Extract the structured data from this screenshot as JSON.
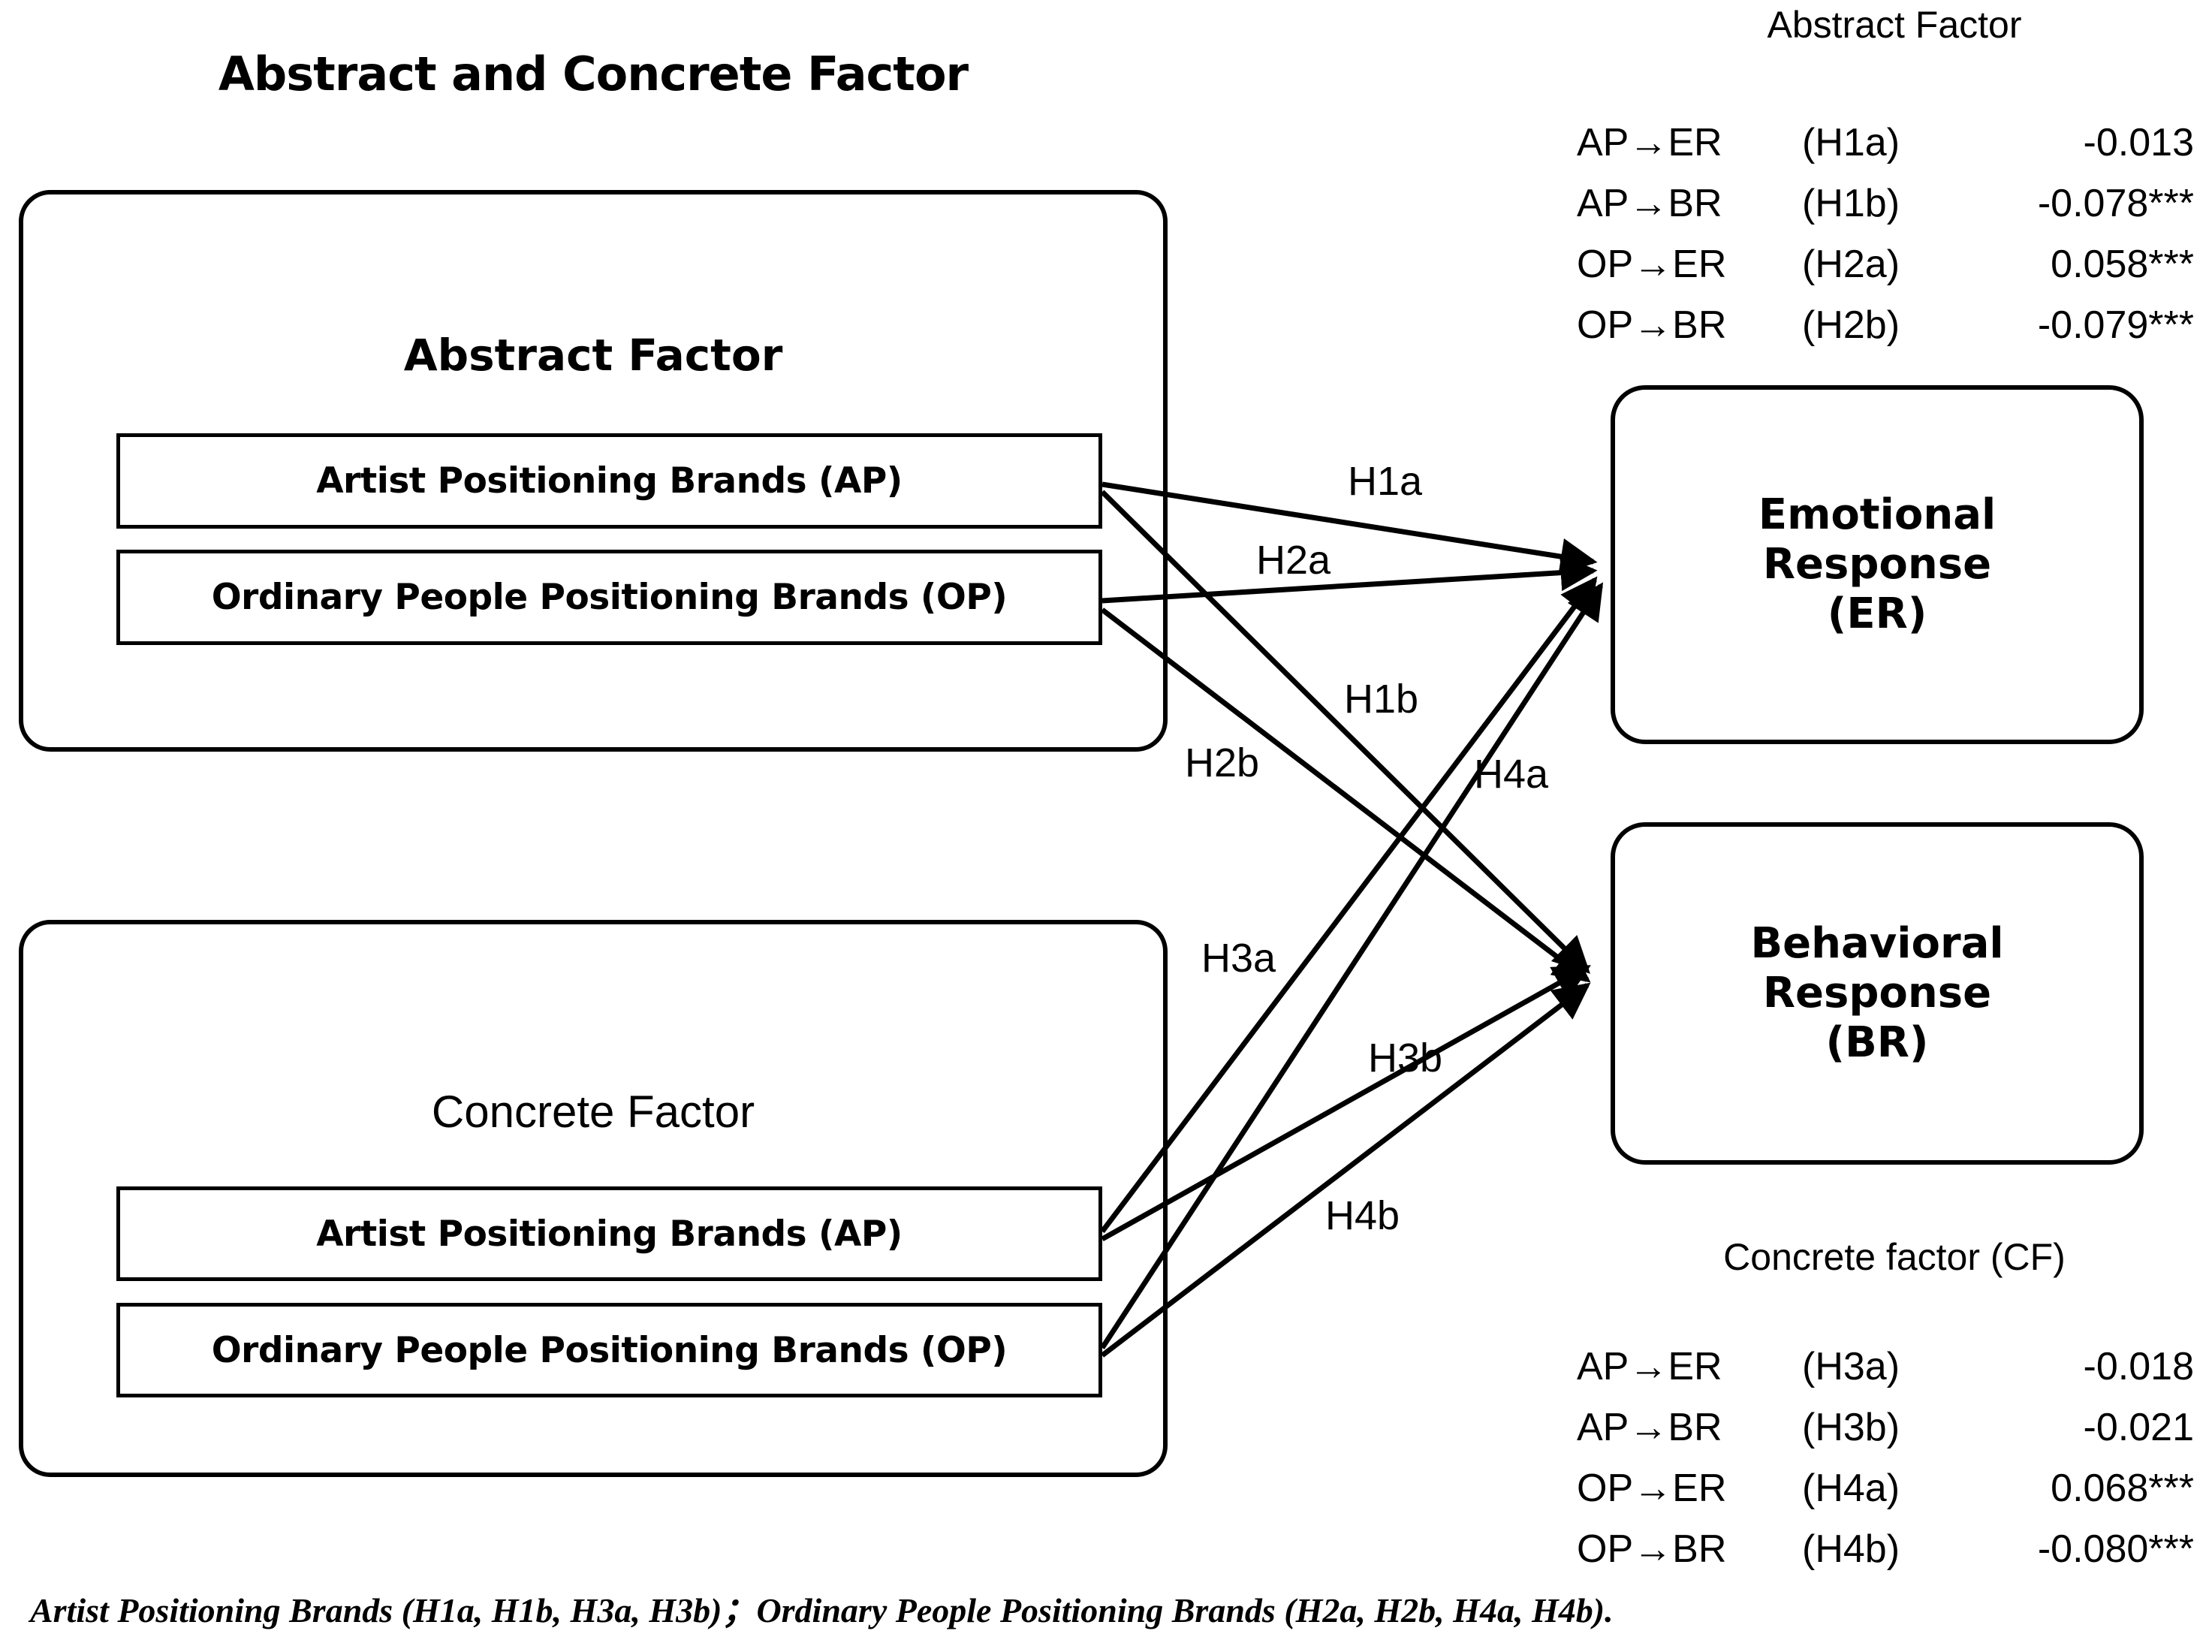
{
  "title": "Abstract and Concrete Factor",
  "groups": {
    "abstract": {
      "heading": "Abstract Factor",
      "indicators": [
        {
          "label": "Artist Positioning Brands (AP)",
          "code": "AP"
        },
        {
          "label": "Ordinary People Positioning Brands (OP)",
          "code": "OP"
        }
      ]
    },
    "concrete": {
      "heading": "Concrete Factor",
      "indicators": [
        {
          "label": "Artist Positioning Brands (AP)",
          "code": "AP"
        },
        {
          "label": "Ordinary People Positioning Brands (OP)",
          "code": "OP"
        }
      ]
    }
  },
  "outcomes": [
    {
      "code": "ER",
      "label": "Emotional\nResponse\n(ER)"
    },
    {
      "code": "BR",
      "label": "Behavioral\nResponse\n(BR)"
    }
  ],
  "edge_labels": [
    {
      "id": "H1a",
      "text": "H1a"
    },
    {
      "id": "H2a",
      "text": "H2a"
    },
    {
      "id": "H1b",
      "text": "H1b"
    },
    {
      "id": "H2b",
      "text": "H2b"
    },
    {
      "id": "H4a",
      "text": "H4a"
    },
    {
      "id": "H3a",
      "text": "H3a"
    },
    {
      "id": "H3b",
      "text": "H3b"
    },
    {
      "id": "H4b",
      "text": "H4b"
    }
  ],
  "abstract_results": {
    "title": "Abstract Factor",
    "columns": [
      "path",
      "hypothesis",
      "estimate"
    ],
    "rows": [
      {
        "path": "AP→ER",
        "hypothesis": "(H1a)",
        "estimate": "-0.013"
      },
      {
        "path": "AP→BR",
        "hypothesis": "(H1b)",
        "estimate": "-0.078***"
      },
      {
        "path": "OP→ER",
        "hypothesis": "(H2a)",
        "estimate": "0.058***"
      },
      {
        "path": "OP→BR",
        "hypothesis": "(H2b)",
        "estimate": "-0.079***"
      }
    ]
  },
  "concrete_results": {
    "title": "Concrete factor (CF)",
    "columns": [
      "path",
      "hypothesis",
      "estimate"
    ],
    "rows": [
      {
        "path": "AP→ER",
        "hypothesis": "(H3a)",
        "estimate": "-0.018"
      },
      {
        "path": "AP→BR",
        "hypothesis": "(H3b)",
        "estimate": "-0.021"
      },
      {
        "path": "OP→ER",
        "hypothesis": "(H4a)",
        "estimate": "0.068***"
      },
      {
        "path": "OP→BR",
        "hypothesis": "(H4b)",
        "estimate": "-0.080***"
      }
    ]
  },
  "footnote": "Artist Positioning Brands (H1a, H1b, H3a, H3b)；Ordinary People Positioning Brands (H2a, H2b, H4a, H4b).",
  "chart_data": {
    "type": "diagram",
    "title": "Abstract and Concrete Factor",
    "nodes": [
      {
        "id": "AF",
        "label": "Abstract Factor",
        "kind": "group"
      },
      {
        "id": "CF",
        "label": "Concrete Factor",
        "kind": "group"
      },
      {
        "id": "AF_AP",
        "label": "Artist Positioning Brands (AP)",
        "kind": "indicator",
        "parent": "AF"
      },
      {
        "id": "AF_OP",
        "label": "Ordinary People Positioning Brands (OP)",
        "kind": "indicator",
        "parent": "AF"
      },
      {
        "id": "CF_AP",
        "label": "Artist Positioning Brands (AP)",
        "kind": "indicator",
        "parent": "CF"
      },
      {
        "id": "CF_OP",
        "label": "Ordinary People Positioning Brands (OP)",
        "kind": "indicator",
        "parent": "CF"
      },
      {
        "id": "ER",
        "label": "Emotional Response (ER)",
        "kind": "outcome"
      },
      {
        "id": "BR",
        "label": "Behavioral Response (BR)",
        "kind": "outcome"
      }
    ],
    "edges": [
      {
        "from": "AF_AP",
        "to": "ER",
        "label": "H1a",
        "estimate": -0.013,
        "significance": ""
      },
      {
        "from": "AF_AP",
        "to": "BR",
        "label": "H1b",
        "estimate": -0.078,
        "significance": "***"
      },
      {
        "from": "AF_OP",
        "to": "ER",
        "label": "H2a",
        "estimate": 0.058,
        "significance": "***"
      },
      {
        "from": "AF_OP",
        "to": "BR",
        "label": "H2b",
        "estimate": -0.079,
        "significance": "***"
      },
      {
        "from": "CF_AP",
        "to": "ER",
        "label": "H3a",
        "estimate": -0.018,
        "significance": ""
      },
      {
        "from": "CF_AP",
        "to": "BR",
        "label": "H3b",
        "estimate": -0.021,
        "significance": ""
      },
      {
        "from": "CF_OP",
        "to": "ER",
        "label": "H4a",
        "estimate": 0.068,
        "significance": "***"
      },
      {
        "from": "CF_OP",
        "to": "BR",
        "label": "H4b",
        "estimate": -0.08,
        "significance": "***"
      }
    ]
  }
}
